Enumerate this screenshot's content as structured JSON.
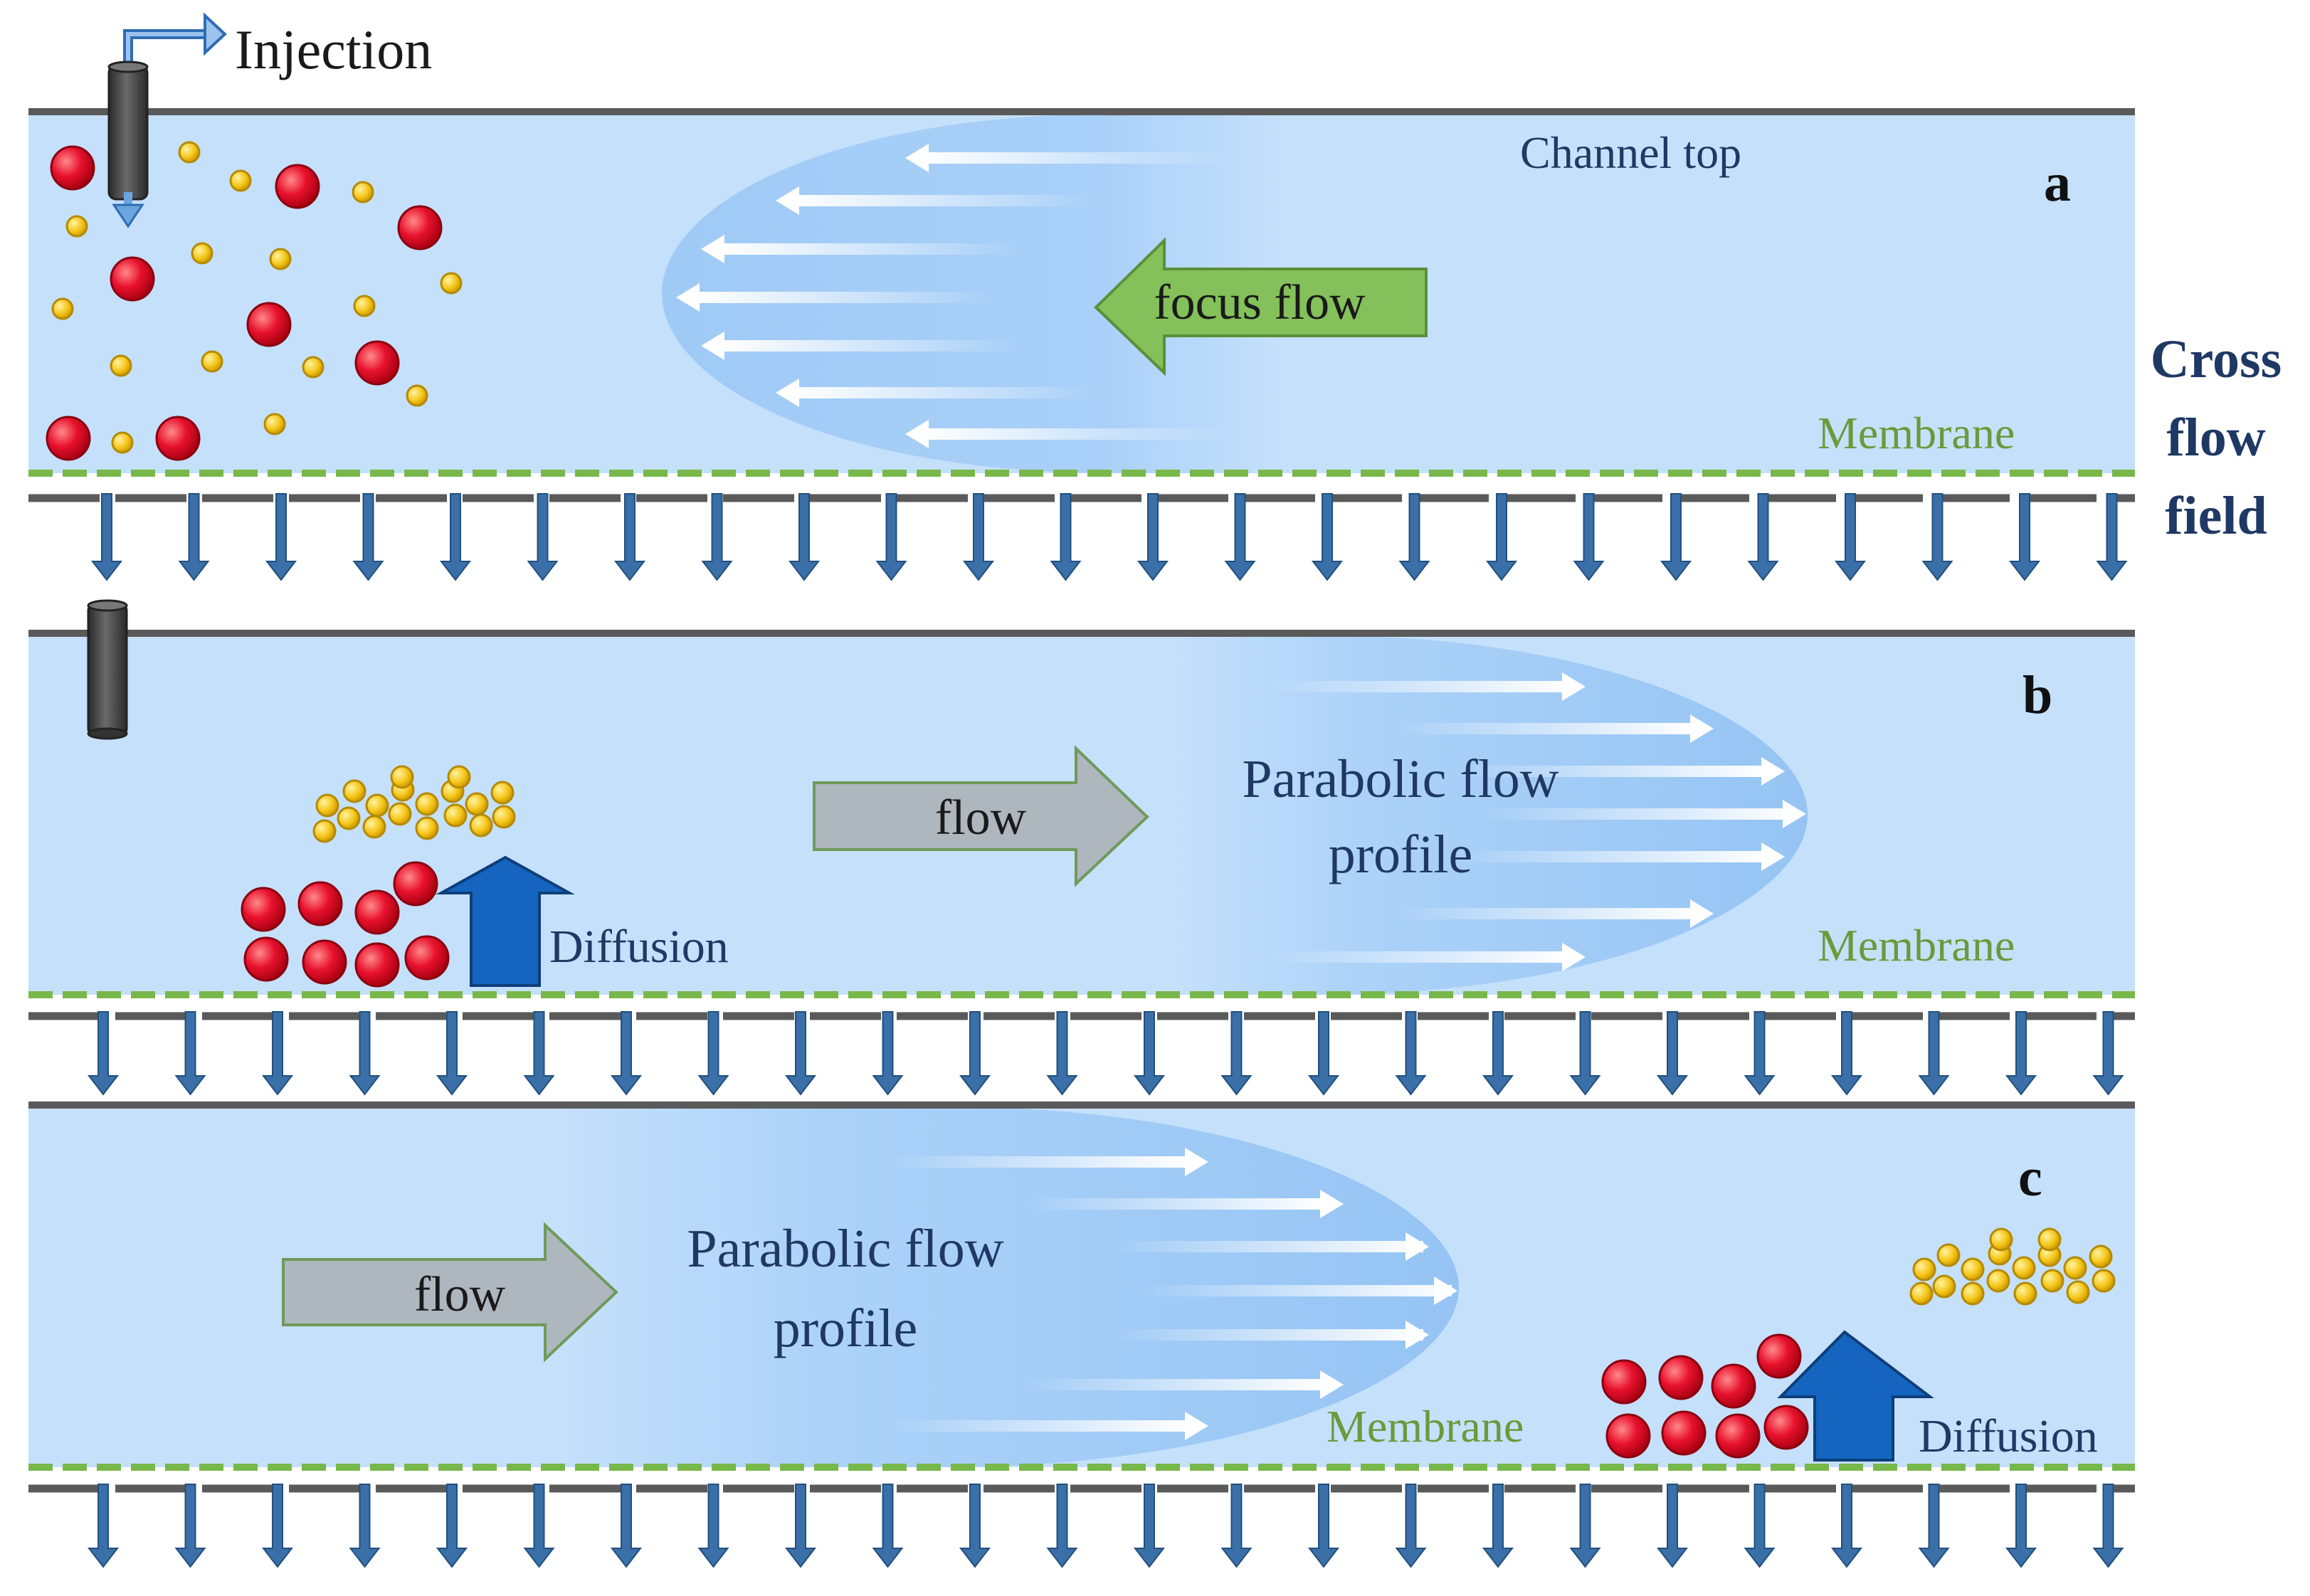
{
  "labels": {
    "injection": "Injection",
    "channel_top": "Channel top",
    "focus_flow": "focus flow",
    "membrane": "Membrane",
    "cross_flow_field": [
      "Cross",
      "flow",
      "field"
    ],
    "flow": "flow",
    "parabolic_flow_profile": [
      "Parabolic flow",
      "profile"
    ],
    "diffusion": "Diffusion"
  },
  "panels": [
    {
      "letter": "a"
    },
    {
      "letter": "b"
    },
    {
      "letter": "c"
    }
  ],
  "colors": {
    "channel_fill": "#c5e0fb",
    "wall": "#5a5a5a",
    "membrane": "#78b84a",
    "label_dark_blue": "#1f3864",
    "label_green": "#6a9a3a",
    "cross_flow_arrow": "#3a6fa8",
    "diffusion_arrow": "#1565c0",
    "focus_flow_arrow": "#84c15a",
    "flow_arrow": "#aeb6be",
    "large_particle": "#e8112d",
    "small_particle": "#f5c518"
  }
}
